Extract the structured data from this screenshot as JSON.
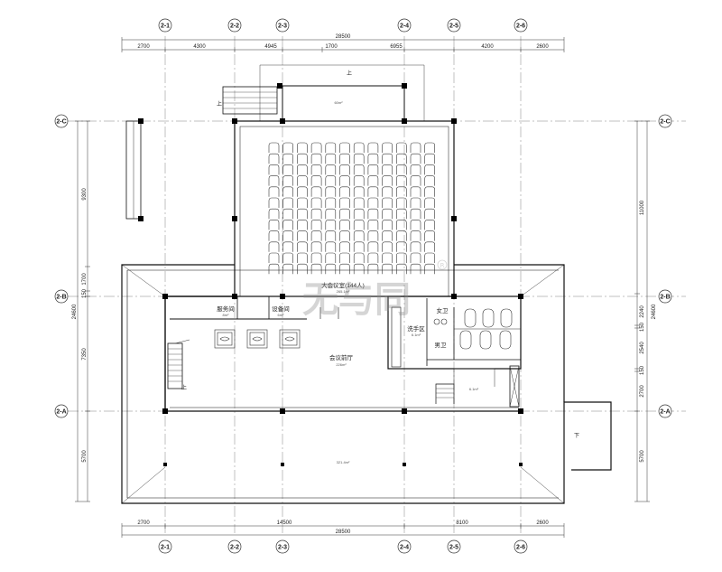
{
  "grid": {
    "top_axes": [
      "2-1",
      "2-2",
      "2-3",
      "2-4",
      "2-5",
      "2-6"
    ],
    "left_axes": [
      "2-C",
      "2-B",
      "2-A"
    ],
    "right_axes": [
      "2-C",
      "2-B",
      "2-A"
    ]
  },
  "dims": {
    "top_total": "28500",
    "top_segments": [
      "2700",
      "4300",
      "4945",
      "1700",
      "6955",
      "4200",
      "2600"
    ],
    "bottom_segments": [
      "2700",
      "14500",
      "8100",
      "2600"
    ],
    "bottom_total": "28500",
    "left_segments": [
      "9300",
      "1700",
      "150",
      "7350",
      "5700"
    ],
    "left_total": "24600",
    "right_segments": [
      "11000",
      "2240",
      "150",
      "2540",
      "150",
      "2700",
      "5700"
    ],
    "right_total": "24600"
  },
  "rooms": {
    "auditorium": "大会议室(144人)",
    "service": "服务间",
    "equipment": "设备间",
    "hall": "会议前厅",
    "washroom": "洗手区",
    "women": "女卫",
    "men": "男卫"
  },
  "areas": {
    "stage": "60m²",
    "auditorium": "265.1m²",
    "service": "8m²",
    "equipment": "6m²",
    "hall": "226m²",
    "washroom": "6.1m²",
    "shaft": "6.1m²",
    "terrace": "321.4m²"
  },
  "arrows": {
    "up1": "上",
    "up2": "上",
    "up3": "上",
    "down": "下"
  },
  "watermark": "无与同",
  "seating": {
    "rows": 12,
    "cols": 12
  }
}
